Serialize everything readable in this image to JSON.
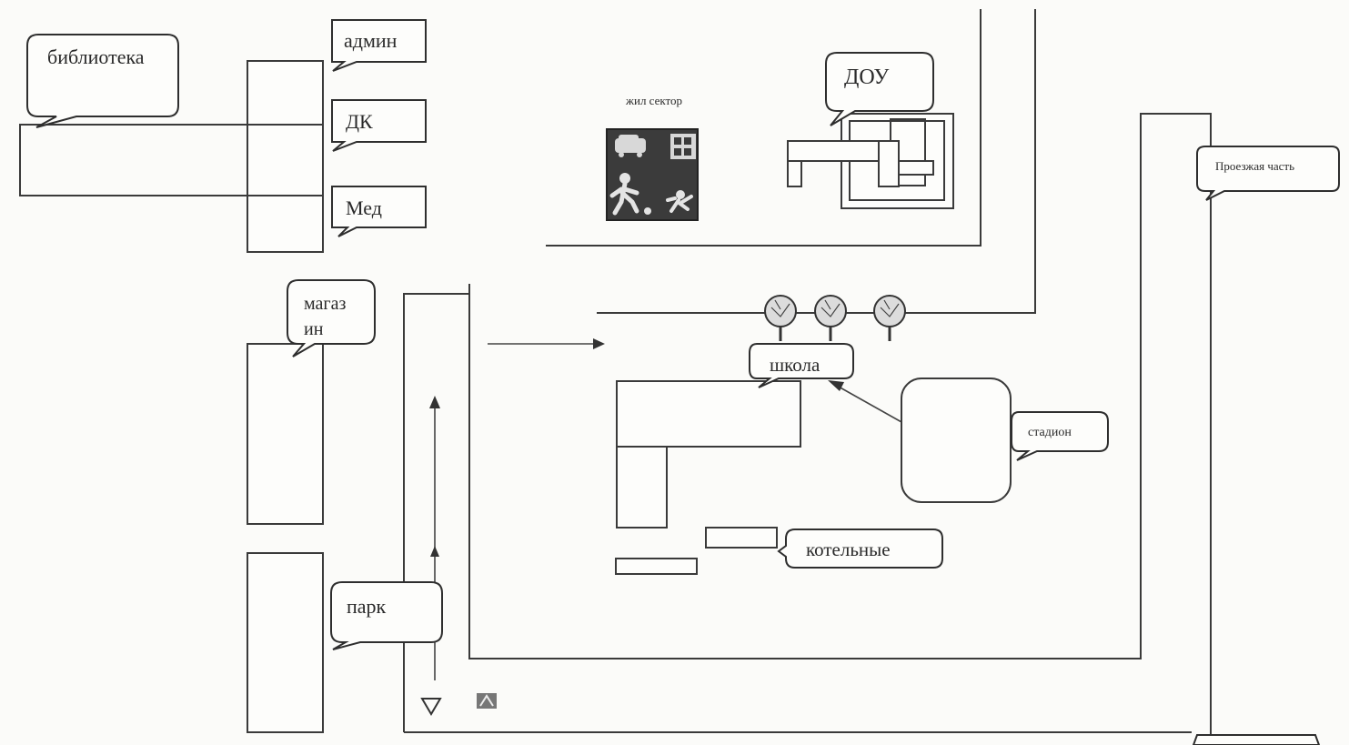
{
  "labels": {
    "library": "библиотека",
    "admin": "админ",
    "dk": "ДК",
    "med": "Мед",
    "shop_line1": "магаз",
    "shop_line2": "ин",
    "park": "парк",
    "zhil_sector": "жил сектор",
    "dou": "ДОУ",
    "school": "школа",
    "stadium": "стадион",
    "boilers": "котельные",
    "roadway": "Проезжая часть"
  },
  "icons": {
    "road_sign": "pedestrian-children-sign-icon",
    "tree": "tree-icon",
    "warning_triangle": "warning-triangle-icon",
    "small_sign": "small-road-sign-icon"
  },
  "colors": {
    "ink": "#3a3a3a",
    "paper": "#fbfbf9",
    "sign_dark": "#3b3b3b"
  }
}
